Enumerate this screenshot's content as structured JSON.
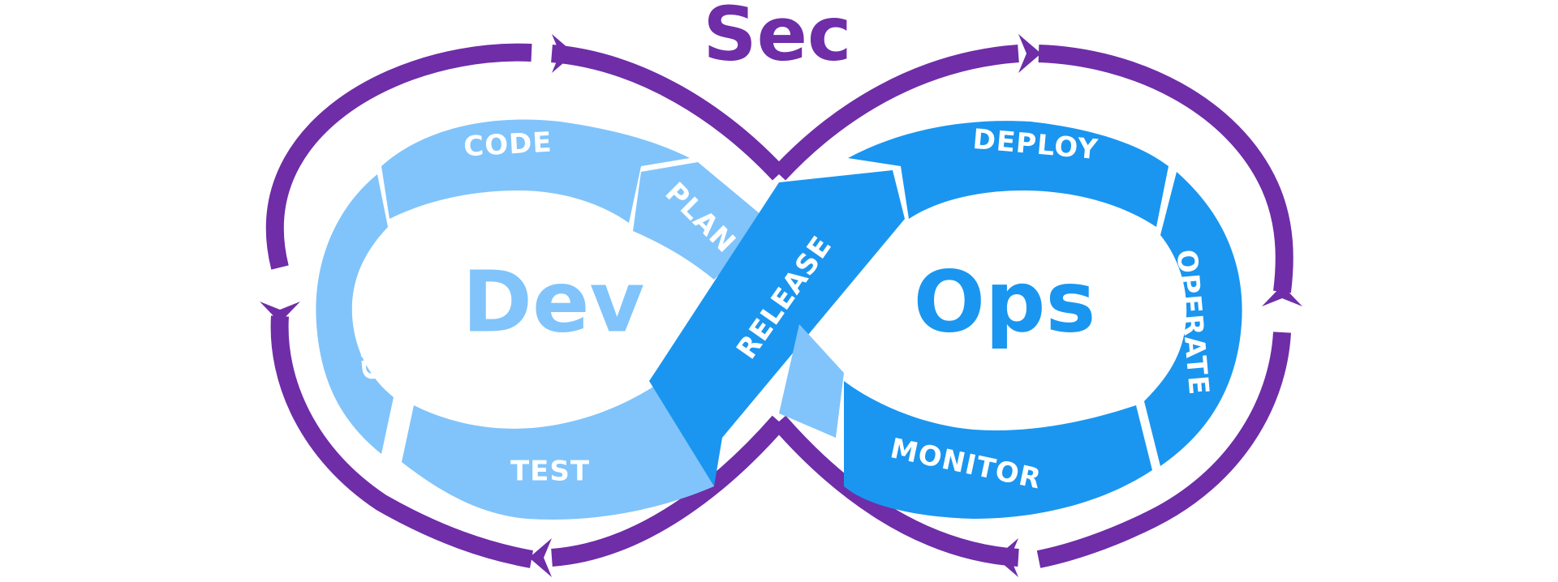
{
  "title": {
    "sec": "Sec",
    "dev": "Dev",
    "ops": "Ops"
  },
  "segments": {
    "plan": "PLAN",
    "code": "CODE",
    "build": "BUILD",
    "test": "TEST",
    "release": "RELEASE",
    "deploy": "DEPLOY",
    "operate": "OPERATE",
    "monitor": "MONITOR"
  },
  "colors": {
    "sec_ring": "#6f2da8",
    "dev_loop": "#80c4fb",
    "ops_loop": "#1a96f0",
    "label_text": "#ffffff"
  }
}
